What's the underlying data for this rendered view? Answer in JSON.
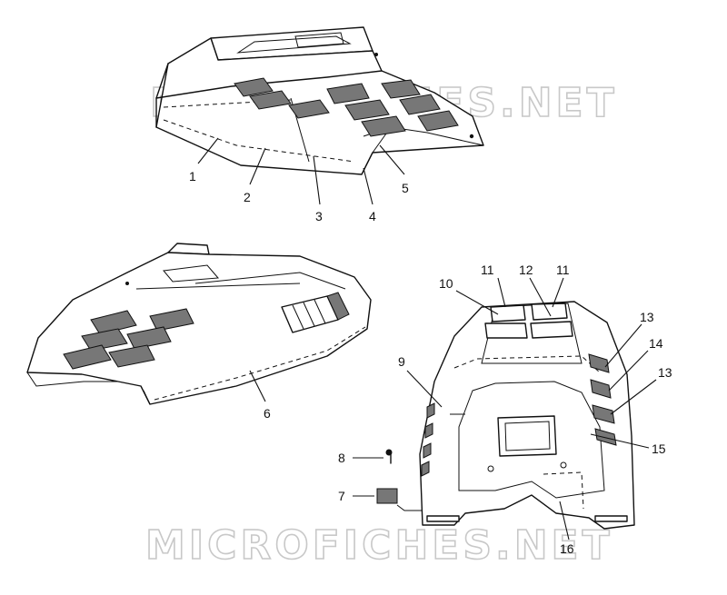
{
  "watermark": {
    "text": "MICROFICHES.NET"
  },
  "callouts": {
    "c1": "1",
    "c2": "2",
    "c3": "3",
    "c4": "4",
    "c5": "5",
    "c6": "6",
    "c7": "7",
    "c8": "8",
    "c9": "9",
    "c10": "10",
    "c11a": "11",
    "c12": "12",
    "c11b": "11",
    "c13a": "13",
    "c14": "14",
    "c13b": "13",
    "c15": "15",
    "c16": "16"
  }
}
